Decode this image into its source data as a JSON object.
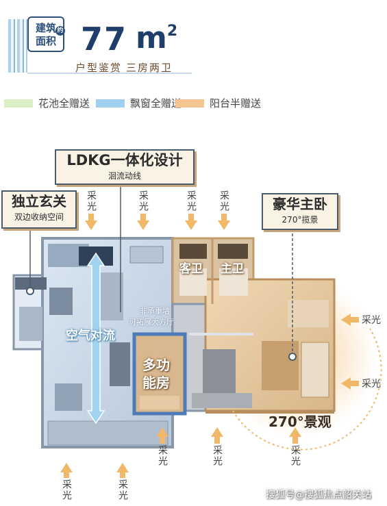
{
  "header": {
    "badge_line1": "建筑",
    "badge_line2": "面积",
    "badge_sup": "约",
    "area_value": "77",
    "area_unit": "m",
    "area_unit_sup": "2",
    "subtitle_left": "户型鉴赏",
    "subtitle_right": "三房两卫"
  },
  "legend": [
    {
      "label": "花池全赠送",
      "color": "#d8f0c4"
    },
    {
      "label": "飘窗全赠送",
      "color": "#9fd0f0"
    },
    {
      "label": "阳台半赠送",
      "color": "#f4c58e"
    }
  ],
  "callouts": {
    "ldkg_title": "LDKG一体化设计",
    "ldkg_sub": "洄流动线",
    "entry_title": "独立玄关",
    "entry_sub": "双边收纳空间",
    "master_title": "豪华主卧",
    "master_sub": "270°揽景"
  },
  "rooms": {
    "guest_bath": "客卫",
    "master_bath": "主卫",
    "multi_room": "多功能房",
    "air_flow": "空气对流",
    "wall_note_1": "非承重墙",
    "wall_note_2": "可拓展大方厅",
    "view_270": "270°景观"
  },
  "light_label": "采光",
  "watermark": "搜狐号@搜狐焦点韶关站"
}
